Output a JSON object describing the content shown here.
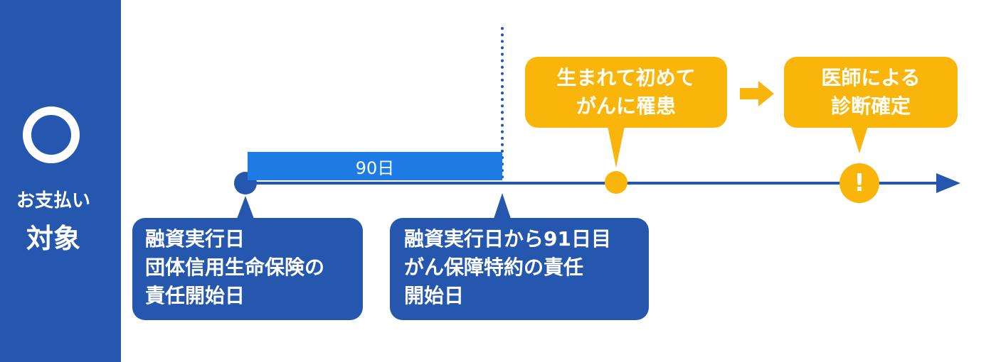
{
  "sidebar": {
    "line1": "お支払い",
    "line2": "対象",
    "circle_icon": "circle-icon"
  },
  "period": {
    "label": "90日"
  },
  "callouts": {
    "start": [
      "融資実行日",
      "団体信用生命保険の",
      "責任開始日"
    ],
    "coverage": [
      "融資実行日から91日目",
      "がん保障特約の責任",
      "開始日"
    ],
    "illness": [
      "生まれて初めて",
      "がんに罹患"
    ],
    "diagnosis": [
      "医師による",
      "診断確定"
    ]
  },
  "icons": {
    "flow_arrow": "arrow-right-icon",
    "warning": "exclamation-icon"
  },
  "colors": {
    "navy": "#2457ad",
    "bar_blue": "#1e7be3",
    "amber": "#f9b509",
    "white": "#ffffff"
  }
}
